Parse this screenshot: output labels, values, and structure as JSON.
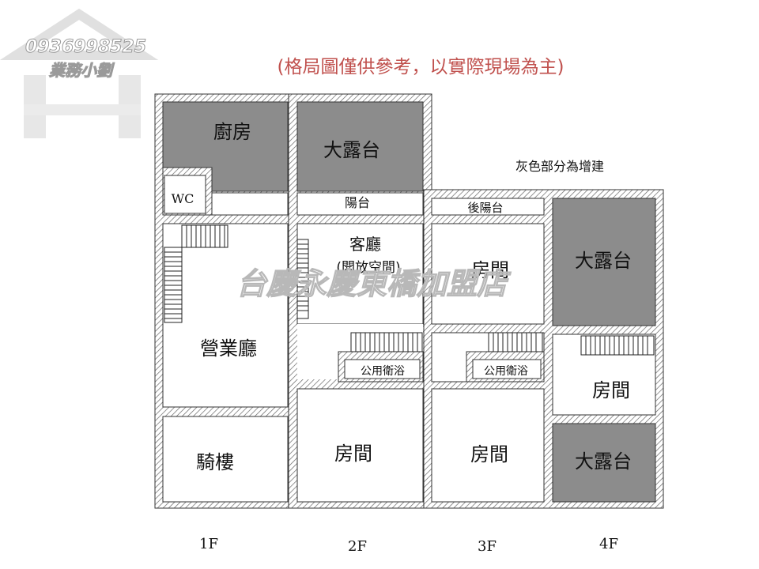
{
  "notice": "(格局圖僅供參考，以實際現場為主)",
  "legend_note": "灰色部分為增建",
  "watermark": {
    "phone": "0936998525",
    "name": "業務小劉",
    "company": "台慶永慶東橋加盟店"
  },
  "floors": [
    "1F",
    "2F",
    "3F",
    "4F"
  ],
  "rooms": {
    "f1_kitchen": "廚房",
    "f1_wc": "WC",
    "f1_business_hall": "營業廳",
    "f1_arcade": "騎樓",
    "f2_big_terrace": "大露台",
    "f2_balcony": "陽台",
    "f2_living_line1": "客廳",
    "f2_living_line2": "(開放空間)",
    "f2_shared_bath": "公用衛浴",
    "f2_room": "房間",
    "f3_back_balcony": "後陽台",
    "f3_room_top": "房間",
    "f3_shared_bath": "公用衛浴",
    "f3_room_bottom": "房間",
    "f4_big_terrace_top": "大露台",
    "f4_room": "房間",
    "f4_big_terrace_bottom": "大露台"
  },
  "colors": {
    "notice": "#c0504d",
    "addition_gray": "#8c8c8c",
    "wall": "#555555",
    "watermark": "#b8b8b8"
  }
}
